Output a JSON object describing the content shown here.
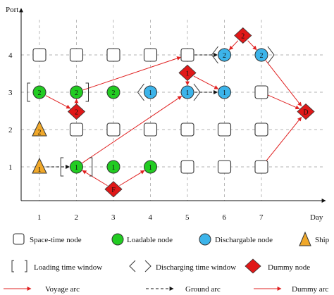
{
  "axes": {
    "y_title": "Port",
    "x_title": "Day",
    "y_ticks": [
      {
        "port": 1,
        "label": "1"
      },
      {
        "port": 2,
        "label": "2"
      },
      {
        "port": 3,
        "label": "3"
      },
      {
        "port": 4,
        "label": "4"
      }
    ],
    "x_ticks": [
      {
        "day": 1,
        "label": "1"
      },
      {
        "day": 2,
        "label": "2"
      },
      {
        "day": 3,
        "label": "3"
      },
      {
        "day": 4,
        "label": "4"
      },
      {
        "day": 5,
        "label": "5"
      },
      {
        "day": 6,
        "label": "6"
      },
      {
        "day": 7,
        "label": "7"
      }
    ]
  },
  "nodes": [
    {
      "day": 1,
      "port": 1,
      "kind": "ship",
      "label": "1"
    },
    {
      "day": 2,
      "port": 1,
      "kind": "loadable",
      "label": "1"
    },
    {
      "day": 3,
      "port": 1,
      "kind": "loadable",
      "label": "1"
    },
    {
      "day": 4,
      "port": 1,
      "kind": "loadable",
      "label": "1"
    },
    {
      "day": 5,
      "port": 1,
      "kind": "space-time",
      "label": ""
    },
    {
      "day": 6,
      "port": 1,
      "kind": "space-time",
      "label": ""
    },
    {
      "day": 7,
      "port": 1,
      "kind": "space-time",
      "label": ""
    },
    {
      "day": 1,
      "port": 2,
      "kind": "ship",
      "label": "2"
    },
    {
      "day": 2,
      "port": 2,
      "kind": "space-time",
      "label": ""
    },
    {
      "day": 3,
      "port": 2,
      "kind": "space-time",
      "label": ""
    },
    {
      "day": 4,
      "port": 2,
      "kind": "space-time",
      "label": ""
    },
    {
      "day": 5,
      "port": 2,
      "kind": "space-time",
      "label": ""
    },
    {
      "day": 6,
      "port": 2,
      "kind": "space-time",
      "label": ""
    },
    {
      "day": 7,
      "port": 2,
      "kind": "space-time",
      "label": ""
    },
    {
      "day": 1,
      "port": 3,
      "kind": "loadable",
      "label": "2"
    },
    {
      "day": 2,
      "port": 3,
      "kind": "loadable",
      "label": "2"
    },
    {
      "day": 3,
      "port": 3,
      "kind": "loadable",
      "label": "2"
    },
    {
      "day": 4,
      "port": 3,
      "kind": "dischargeable",
      "label": "1"
    },
    {
      "day": 5,
      "port": 3,
      "kind": "dischargeable",
      "label": "1"
    },
    {
      "day": 6,
      "port": 3,
      "kind": "dischargeable",
      "label": "1"
    },
    {
      "day": 7,
      "port": 3,
      "kind": "space-time",
      "label": ""
    },
    {
      "day": 1,
      "port": 4,
      "kind": "space-time",
      "label": ""
    },
    {
      "day": 2,
      "port": 4,
      "kind": "space-time",
      "label": ""
    },
    {
      "day": 3,
      "port": 4,
      "kind": "space-time",
      "label": ""
    },
    {
      "day": 4,
      "port": 4,
      "kind": "space-time",
      "label": ""
    },
    {
      "day": 5,
      "port": 4,
      "kind": "space-time",
      "label": ""
    },
    {
      "day": 6,
      "port": 4,
      "kind": "dischargeable",
      "label": "2"
    },
    {
      "day": 7,
      "port": 4,
      "kind": "dischargeable",
      "label": "2"
    }
  ],
  "dummy_nodes": [
    {
      "id": "F",
      "label": "F",
      "day": 3,
      "port": 0.4
    },
    {
      "id": "D",
      "label": "D",
      "day": 8.2,
      "port": 2.48
    },
    {
      "id": "L2",
      "label": "2",
      "day": 2,
      "port": 2.48
    },
    {
      "id": "U1",
      "label": "1",
      "day": 5,
      "port": 3.52
    },
    {
      "id": "U2",
      "label": "2",
      "day": 6.5,
      "port": 4.52
    }
  ],
  "loading_windows": [
    {
      "port": 3,
      "from_day": 1,
      "to_day": 2
    },
    {
      "port": 1,
      "from_day": 1.9,
      "to_day": 2.1
    }
  ],
  "discharging_windows": [
    {
      "port": 3,
      "from_day": 4,
      "to_day": 5
    },
    {
      "port": 4,
      "from_day": 6,
      "to_day": 7
    }
  ],
  "voyage_arcs": [
    {
      "from": {
        "day": 1,
        "port": 3
      },
      "to": {
        "dummy": "L2"
      }
    },
    {
      "from": {
        "dummy": "L2"
      },
      "to": {
        "day": 2,
        "port": 3
      }
    },
    {
      "from": {
        "dummy": "F"
      },
      "to": {
        "day": 2,
        "port": 1
      }
    },
    {
      "from": {
        "dummy": "F"
      },
      "to": {
        "day": 4,
        "port": 1
      }
    },
    {
      "from": {
        "day": 2,
        "port": 1
      },
      "to": {
        "day": 5,
        "port": 3
      }
    },
    {
      "from": {
        "day": 2,
        "port": 3
      },
      "to": {
        "day": 5,
        "port": 4
      }
    },
    {
      "from": {
        "dummy": "U1"
      },
      "to": {
        "day": 5,
        "port": 3
      }
    },
    {
      "from": {
        "dummy": "U1"
      },
      "to": {
        "day": 6,
        "port": 3
      }
    },
    {
      "from": {
        "dummy": "U2"
      },
      "to": {
        "day": 6,
        "port": 4
      }
    },
    {
      "from": {
        "dummy": "U2"
      },
      "to": {
        "day": 7,
        "port": 4
      }
    },
    {
      "from": {
        "day": 7,
        "port": 4
      },
      "to": {
        "dummy": "D"
      }
    },
    {
      "from": {
        "day": 7,
        "port": 3
      },
      "to": {
        "dummy": "D"
      }
    },
    {
      "from": {
        "day": 7,
        "port": 1
      },
      "to": {
        "dummy": "D"
      }
    }
  ],
  "ground_arcs": [
    {
      "from": {
        "day": 1,
        "port": 1
      },
      "to": {
        "day": 2,
        "port": 1
      }
    },
    {
      "from": {
        "day": 5,
        "port": 3
      },
      "to": {
        "day": 6,
        "port": 3
      }
    },
    {
      "from": {
        "day": 5,
        "port": 4
      },
      "to": {
        "day": 6,
        "port": 4
      }
    }
  ],
  "legend": {
    "space_time_node": "Space-time node",
    "loadable_node": "Loadable node",
    "dischargable_node": "Dischargable node",
    "ship": "Ship",
    "loading_time_window": "Loading time window",
    "discharging_time_window": "Discharging time window",
    "dummy_node": "Dummy node",
    "voyage_arc": "Voyage arc",
    "ground_arc": "Ground arc",
    "dummy_arc": "Dummy arc"
  },
  "colors": {
    "loadable": "#22cc22",
    "dischargeable": "#3cb4ea",
    "ship": "#f0a82a",
    "dummy": "#e01818",
    "arc": "#e02020",
    "grid": "#9a9a9a"
  }
}
